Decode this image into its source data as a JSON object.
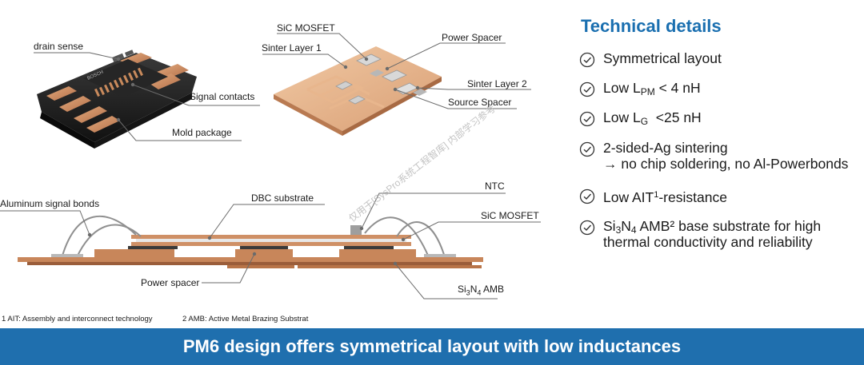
{
  "top_left_labels": {
    "drain_sense": "drain sense",
    "signal_contacts": "Signal contacts",
    "mold_package": "Mold package",
    "module_logo": "BOSCH"
  },
  "top_right_labels": {
    "sic_mosfet": "SiC MOSFET",
    "sinter_layer_1": "Sinter Layer 1",
    "power_spacer": "Power Spacer",
    "sinter_layer_2": "Sinter Layer 2",
    "source_spacer": "Source Spacer"
  },
  "cross_section_labels": {
    "aluminum_signal_bonds": "Aluminum signal bonds",
    "dbc_substrate": "DBC substrate",
    "ntc": "NTC",
    "sic_mosfet": "SiC MOSFET",
    "power_spacer": "Power spacer",
    "amb_prefix": "Si",
    "amb_sub1": "3",
    "amb_mid": "N",
    "amb_sub2": "4",
    "amb_suffix": " AMB"
  },
  "technical_details": {
    "title": "Technical details",
    "items": {
      "symmetrical": "Symmetrical layout",
      "lpm_prefix": "Low L",
      "lpm_sub": "PM",
      "lpm_suffix": " < 4 nH",
      "lg_prefix": "Low L",
      "lg_sub": "G",
      "lg_suffix": "  <25 nH",
      "sintering_line1": "2-sided-Ag sintering",
      "sintering_line2": "→ no chip soldering, no Al-Powerbonds",
      "ait_prefix": "Low AIT",
      "ait_sup": "1",
      "ait_suffix": "-resistance",
      "amb_prefix": "Si",
      "amb_sub1": "3",
      "amb_mid": "N",
      "amb_sub2": "4",
      "amb_line1_suffix": " AMB² base substrate for high",
      "amb_line2": "thermal conductivity and reliability"
    }
  },
  "footnotes": {
    "note1": "1 AIT: Assembly and interconnect technology",
    "note2": "2 AMB: Active Metal Brazing Substrat"
  },
  "banner": {
    "text": "PM6 design offers symmetrical layout with low inductances"
  },
  "watermark": {
    "text": "仅用于[SysPro系统工程智库] 内部学习参考"
  },
  "colors": {
    "accent_blue": "#1a6fb0",
    "banner_blue": "#1f6fae",
    "copper": "#c8865a",
    "mold_black": "#1c1c1c"
  },
  "icons": {
    "check": "circle-check-icon"
  }
}
